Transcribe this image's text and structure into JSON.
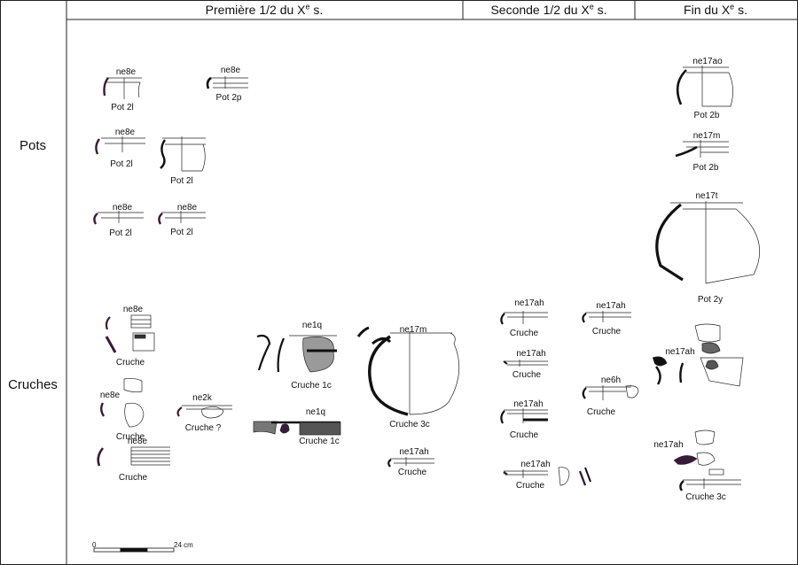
{
  "columns": [
    {
      "prefix": "Première 1/2 du X",
      "sup": "e",
      "suffix": " s."
    },
    {
      "prefix": "Seconde 1/2 du X",
      "sup": "e",
      "suffix": " s."
    },
    {
      "prefix": "Fin du X",
      "sup": "e",
      "suffix": " s."
    }
  ],
  "rows": [
    "Pots",
    "Cruches"
  ],
  "labels": {
    "p1_site": "ne8e",
    "p1_type": "Pot 2l",
    "p2_site": "ne8e",
    "p2_type": "Pot 2p",
    "p3_site": "ne8e",
    "p3_type": "Pot 2l",
    "p4_type": "Pot 2l",
    "p5_site": "ne8e",
    "p5_type": "Pot 2l",
    "p6_site": "ne8e",
    "p6_type": "Pot 2l",
    "p7_site": "ne17ao",
    "p7_type": "Pot 2b",
    "p8_site": "ne17m",
    "p8_type": "Pot 2b",
    "p9_site": "ne17t",
    "p9_type": "Pot 2y",
    "c1_site": "ne8e",
    "c1_type": "Cruche",
    "c2_site": "ne8e",
    "c2_type": "Cruche",
    "c3_site": "ne2k",
    "c3_type": "Cruche ?",
    "c4_site": "ne8e",
    "c4_type": "Cruche",
    "c5_site": "ne1q",
    "c5_type": "Cruche 1c",
    "c6_site": "ne1q",
    "c6_type": "Cruche 1c",
    "c7_site": "ne17m",
    "c7_type": "Cruche 3c",
    "c8_site": "ne17ah",
    "c8_type": "Cruche",
    "s1_site": "ne17ah",
    "s1_type": "Cruche",
    "s2_site": "ne17ah",
    "s2_type": "Cruche",
    "s3_site": "ne17ah",
    "s3_type": "Cruche",
    "s4_site": "ne6h",
    "s4_type": "Cruche",
    "s5_site": "ne17ah",
    "s5_type": "Cruche",
    "s6_site": "ne17ah",
    "s6_type": "Cruche",
    "f1_site": "ne17ah",
    "f2_site": "ne17ah",
    "f2_type": "Cruche 3c"
  },
  "scale": {
    "start": "0",
    "end": "24 cm"
  }
}
